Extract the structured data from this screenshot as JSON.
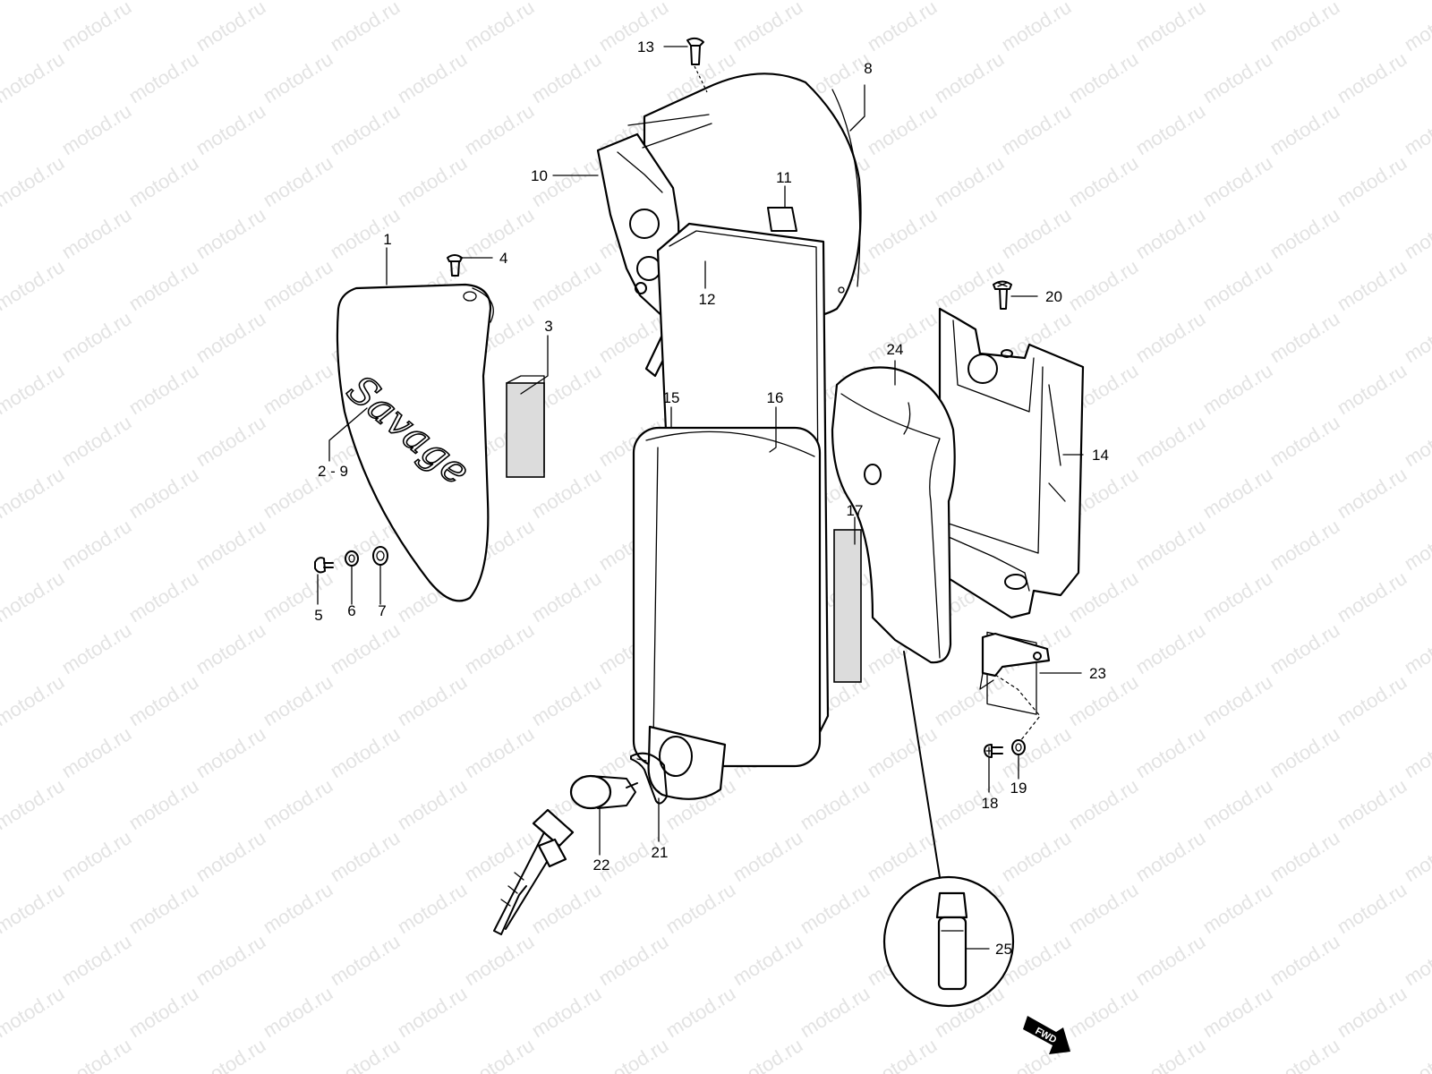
{
  "watermark": "motod.ru",
  "emblem": "Savage",
  "direction_tag": "FWD",
  "callouts": [
    "1",
    "2 - 9",
    "3",
    "4",
    "5",
    "6",
    "7",
    "8",
    "10",
    "11",
    "12",
    "13",
    "14",
    "15",
    "16",
    "17",
    "18",
    "19",
    "20",
    "21",
    "22",
    "23",
    "24",
    "25"
  ]
}
